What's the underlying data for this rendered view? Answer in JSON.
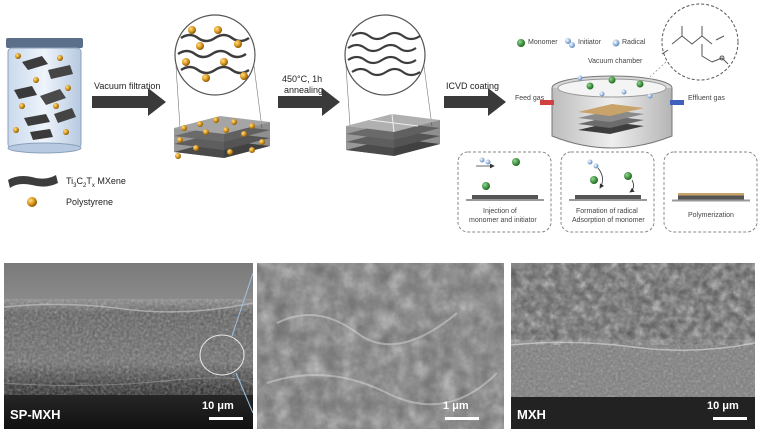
{
  "steps": {
    "vacuum_filtration": "Vacuum filtration",
    "annealing_line1": "450°C, 1h",
    "annealing_line2": "annealing",
    "icvd": "ICVD coating"
  },
  "legend": {
    "mxene": "Ti3C2Tx MXene",
    "mxene_main": "Ti",
    "mxene_sub3": "3",
    "mxene_c": "C",
    "mxene_sub2": "2",
    "mxene_t": "T",
    "mxene_subx": "x",
    "mxene_rest": " MXene",
    "polystyrene": "Polystyrene"
  },
  "chamber": {
    "monomer": "Monomer",
    "initiator": "Initiator",
    "radical": "Radical",
    "vacuum_chamber": "Vacuum chamber",
    "feed_gas": "Feed gas",
    "effluent_gas": "Effluent gas"
  },
  "mechanism": {
    "box1_line1": "Injection of",
    "box1_line2": "monomer and initiator",
    "box2_line1": "Formation of radical",
    "box2_line2": "Adsorption of monomer",
    "box3": "Polymerization"
  },
  "sem": {
    "left_label": "SP-MXH",
    "left_scale": "10 μm",
    "middle_scale": "1 μm",
    "right_label": "MXH",
    "right_scale": "10 μm"
  },
  "colors": {
    "arrow": "#3a3a3a",
    "sphere": "#d9961c",
    "monomer": "#2e8b2e",
    "initiator": "#7fa8d8",
    "flake_dark": "#3d3d3d",
    "flake_light": "#9a9a9a",
    "coating": "#c9a46a"
  }
}
